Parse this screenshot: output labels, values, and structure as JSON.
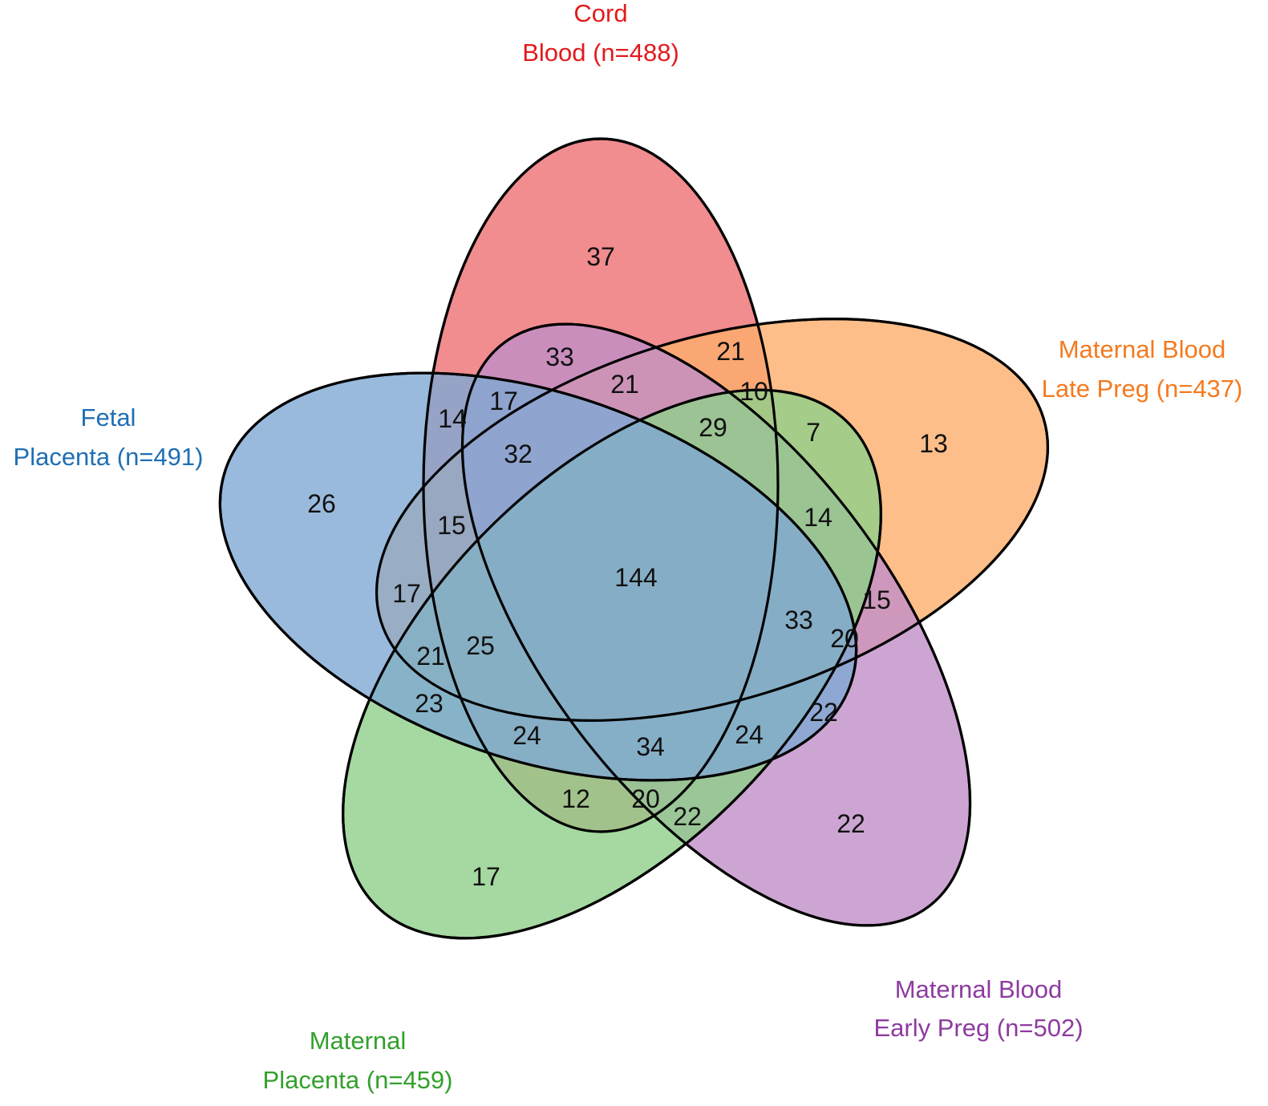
{
  "diagram": {
    "type": "venn",
    "sets": [
      {
        "key": "cord",
        "label_lines": [
          "Cord",
          "Blood (n=488)"
        ],
        "fill": "#ee6f73",
        "label_color": "#e31a1c"
      },
      {
        "key": "mblate",
        "label_lines": [
          "Maternal Blood",
          "Late Preg (n=437)"
        ],
        "fill": "#fdae6b",
        "label_color": "#f47a1f"
      },
      {
        "key": "mbearly",
        "label_lines": [
          "Maternal Blood",
          "Early Preg (n=502)"
        ],
        "fill": "#c08ec8",
        "label_color": "#8e3ba0"
      },
      {
        "key": "mplac",
        "label_lines": [
          "Maternal",
          "Placenta (n=459)"
        ],
        "fill": "#8fcf8a",
        "label_color": "#33a02c"
      },
      {
        "key": "fplac",
        "label_lines": [
          "Fetal",
          "Placenta (n=491)"
        ],
        "fill": "#7fa9d3",
        "label_color": "#1f6fb4"
      }
    ],
    "counts": [
      "37",
      "13",
      "22",
      "17",
      "26",
      "33",
      "21",
      "10",
      "7",
      "21",
      "29",
      "14",
      "15",
      "20",
      "22",
      "33",
      "24",
      "34",
      "24",
      "22",
      "12",
      "20",
      "23",
      "21",
      "25",
      "17",
      "15",
      "14",
      "17",
      "32",
      "144"
    ]
  }
}
